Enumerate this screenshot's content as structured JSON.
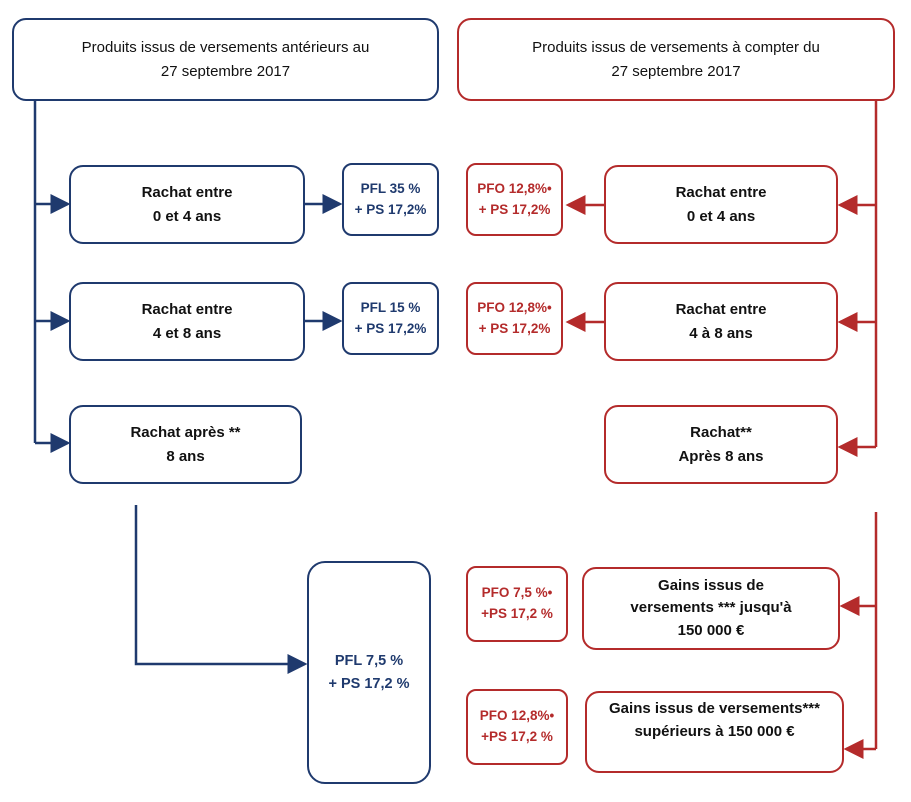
{
  "left": {
    "header": [
      "Produits issus de versements antérieurs au",
      "27 septembre 2017"
    ],
    "nodes": [
      [
        "Rachat entre",
        "0 et 4 ans"
      ],
      [
        "Rachat entre",
        "4 et 8 ans"
      ],
      [
        "Rachat après **",
        "8 ans"
      ]
    ],
    "taxes": [
      [
        "PFL 35 %",
        "+ PS 17,2%"
      ],
      [
        "PFL 15 %",
        "+ PS 17,2%"
      ]
    ],
    "final": [
      "PFL 7,5 %",
      "+ PS 17,2 %"
    ]
  },
  "right": {
    "header": [
      "Produits issus de versements à compter du",
      "27 septembre 2017"
    ],
    "nodes": [
      [
        "Rachat entre",
        "0 et 4 ans"
      ],
      [
        "Rachat entre",
        "4 à 8 ans"
      ],
      [
        "Rachat**",
        "Après 8 ans"
      ],
      [
        "Gains issus de",
        "versements *** jusqu'à",
        "150 000 €"
      ],
      [
        "Gains issus de versements***",
        "supérieurs à 150 000 €"
      ]
    ],
    "taxes": [
      [
        "PFO 12,8%•",
        "+ PS 17,2%"
      ],
      [
        "PFO 12,8%•",
        "+ PS 17,2%"
      ],
      [
        "PFO 7,5 %•",
        "+PS 17,2 %"
      ],
      [
        "PFO 12,8%•",
        "+PS 17,2 %"
      ]
    ]
  },
  "colors": {
    "left": "#1f3a6e",
    "right": "#b42b2b"
  }
}
